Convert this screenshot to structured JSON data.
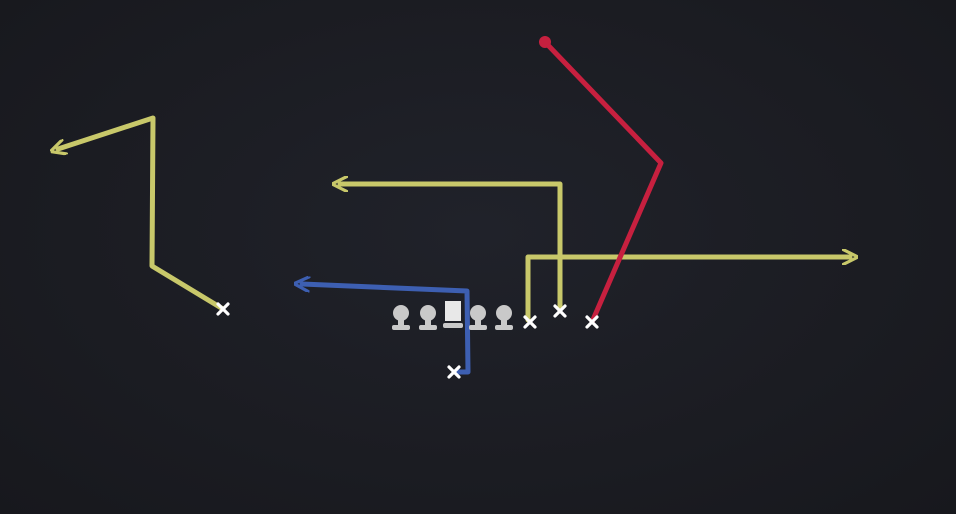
{
  "play": {
    "colors": {
      "background": "#1b1c22",
      "route_yellow": "#c8c86a",
      "route_blue": "#3d5fb2",
      "route_red": "#c7203f",
      "player_mark": "#ffffff",
      "lineman": "#c9c9c9"
    },
    "routes": [
      {
        "name": "left-receiver-route",
        "color": "route_yellow",
        "ending": "arrow"
      },
      {
        "name": "slot-receiver-route",
        "color": "route_yellow",
        "ending": "arrow"
      },
      {
        "name": "tight-end-route",
        "color": "route_yellow",
        "ending": "arrow"
      },
      {
        "name": "running-back-route",
        "color": "route_blue",
        "ending": "arrow"
      },
      {
        "name": "right-receiver-route",
        "color": "route_red",
        "ending": "dot"
      }
    ],
    "offensive_line": {
      "count": 5,
      "center_shape": "square",
      "guard_tackle_shape": "t-shape"
    },
    "skill_player_marks": 5
  }
}
